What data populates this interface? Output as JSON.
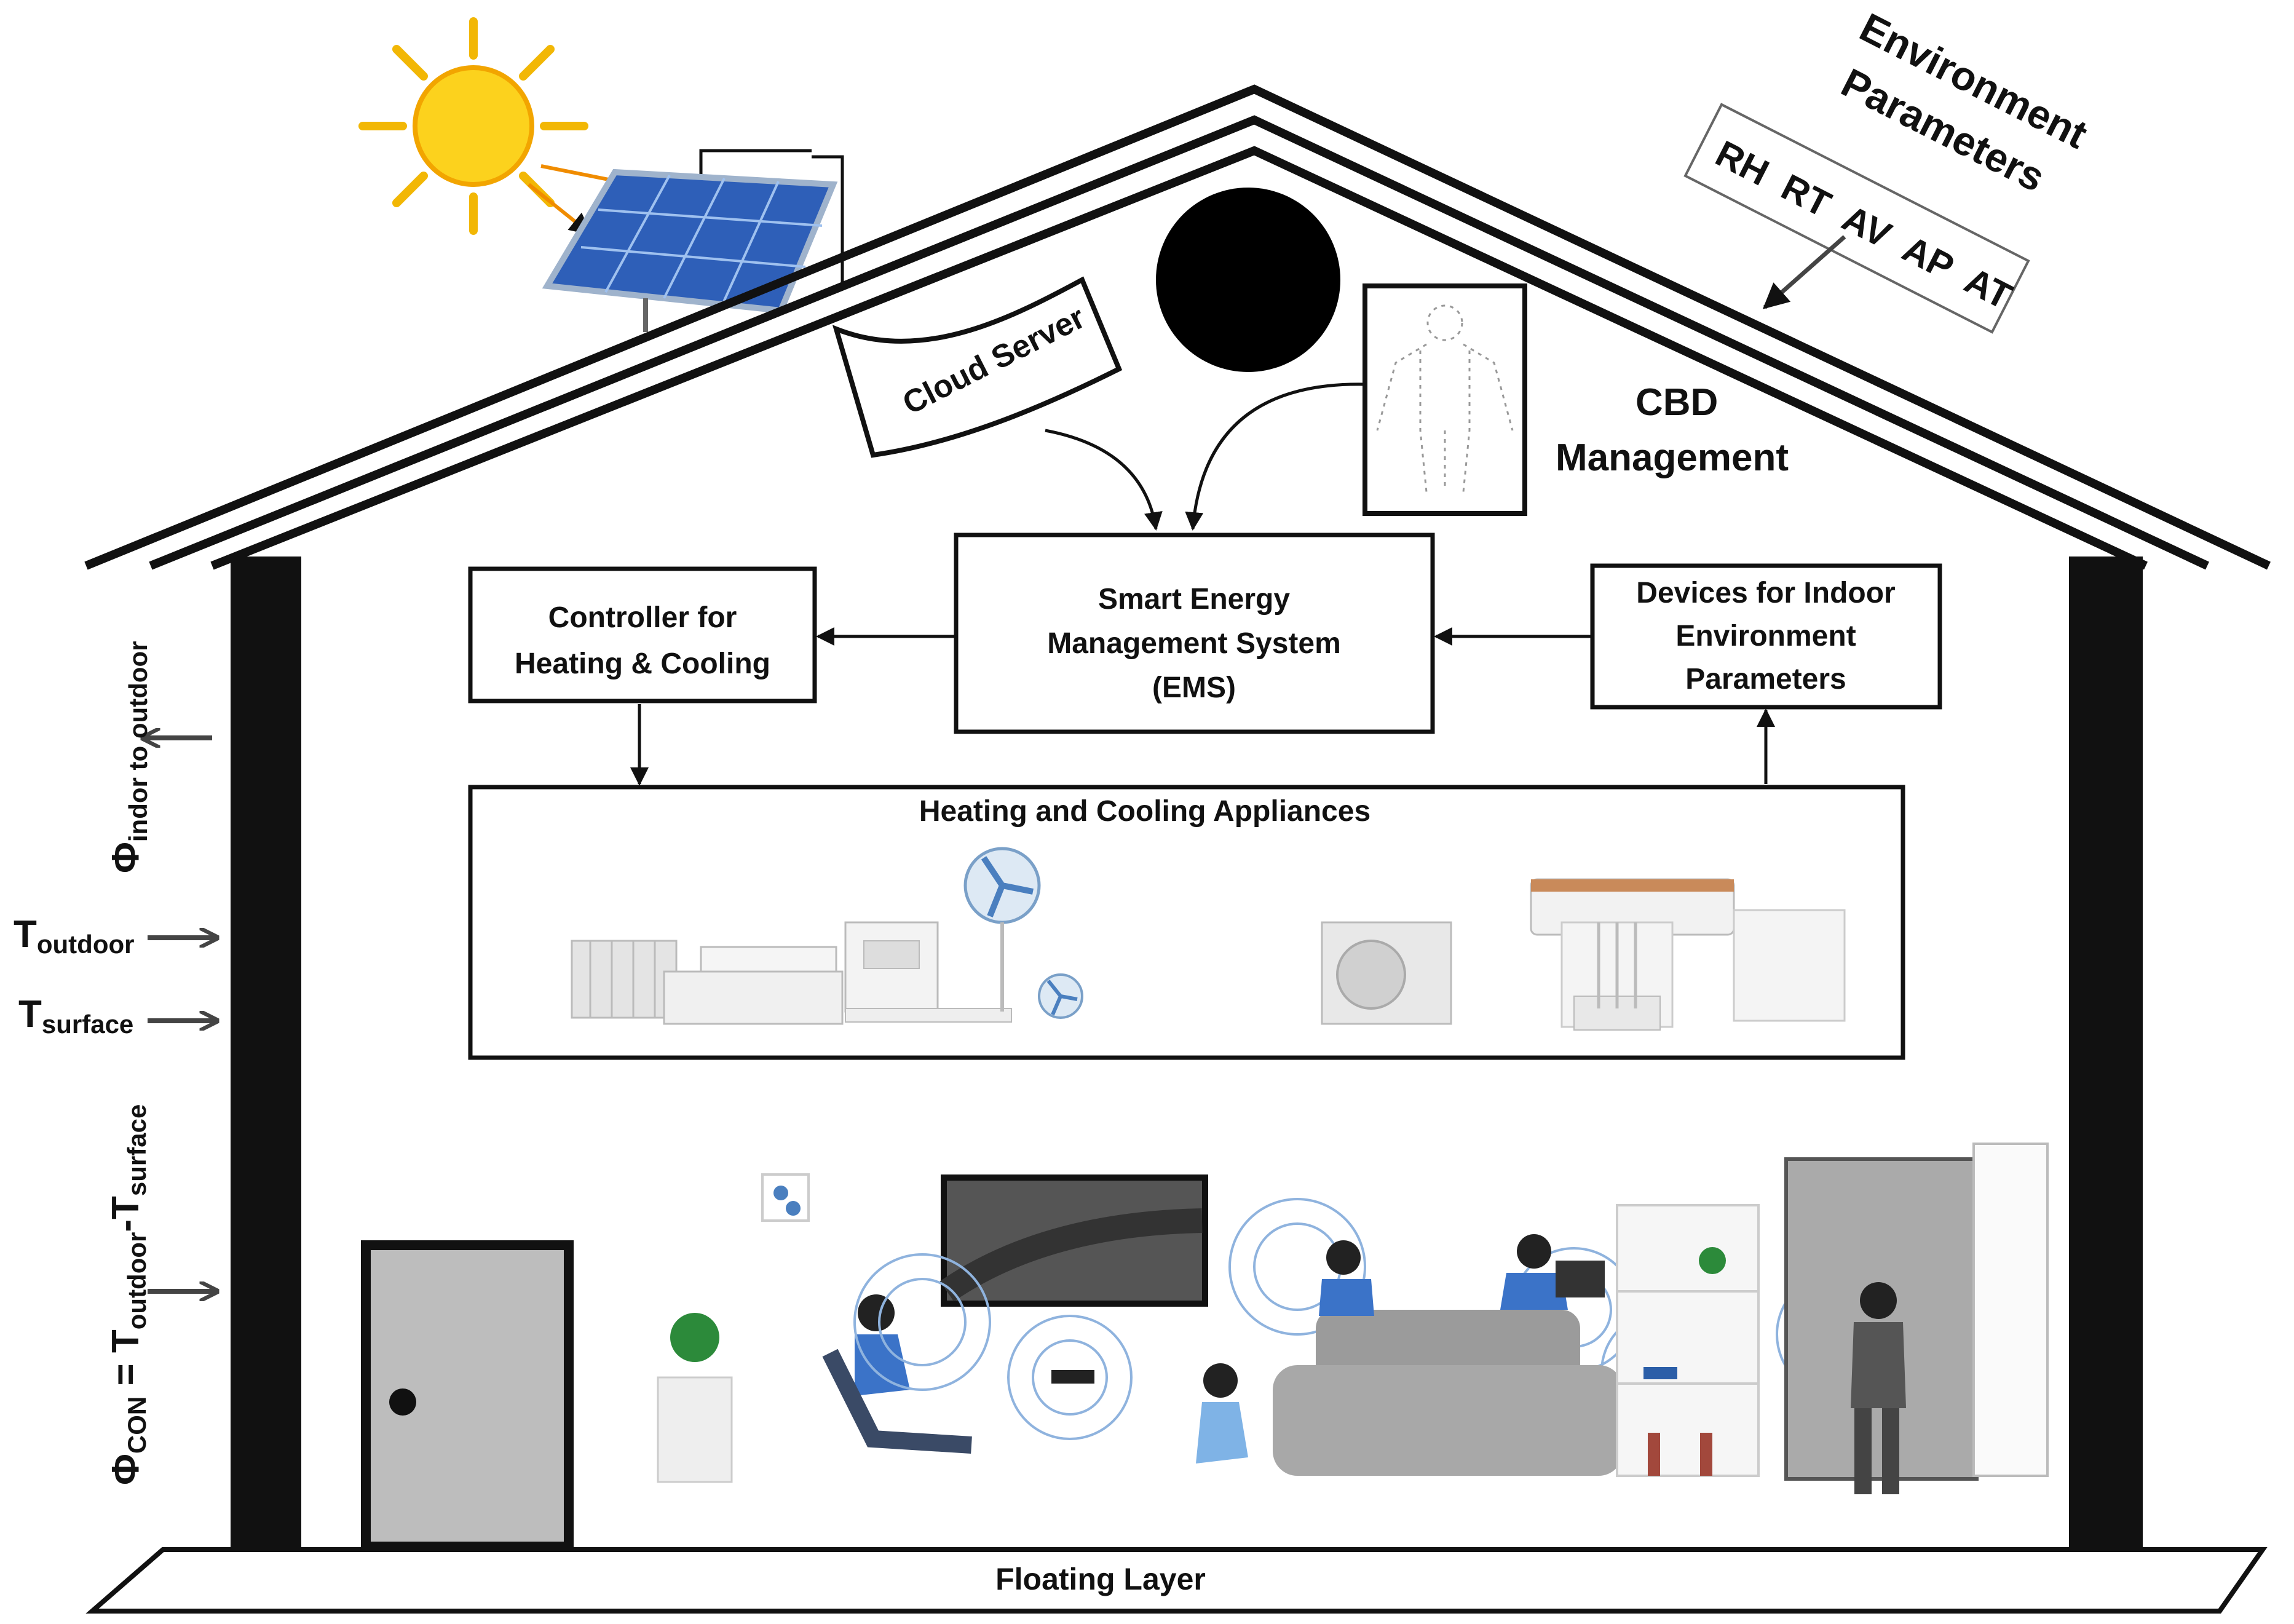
{
  "environment": {
    "title_line1": "Environment",
    "title_line2": "Parameters",
    "params": "RH  RT  AV  AP  AT"
  },
  "cloud_server": {
    "label": "Cloud Server"
  },
  "cbd": {
    "line1": "CBD",
    "line2": "Management"
  },
  "ems": {
    "line1": "Smart Energy",
    "line2": "Management System",
    "line3": "(EMS)"
  },
  "controller": {
    "line1": "Controller for",
    "line2": "Heating & Cooling"
  },
  "devices": {
    "line1": "Devices for Indoor",
    "line2": "Environment",
    "line3": "Parameters"
  },
  "appliances": {
    "title": "Heating and Cooling Appliances"
  },
  "left_labels": {
    "phi_indoor_main": "Φ",
    "phi_indoor_sub": "indor to outdoor",
    "t_outdoor_main": "T",
    "t_outdoor_sub": "outdoor",
    "t_surface_main": "T",
    "t_surface_sub": "surface",
    "phi_con_main": "Φ",
    "phi_con_sub": "CON",
    "phi_con_eq": " = T",
    "phi_con_out": "outdoor",
    "phi_con_minus": "-T",
    "phi_con_surf": "surface"
  },
  "floor": {
    "label": "Floating Layer"
  }
}
